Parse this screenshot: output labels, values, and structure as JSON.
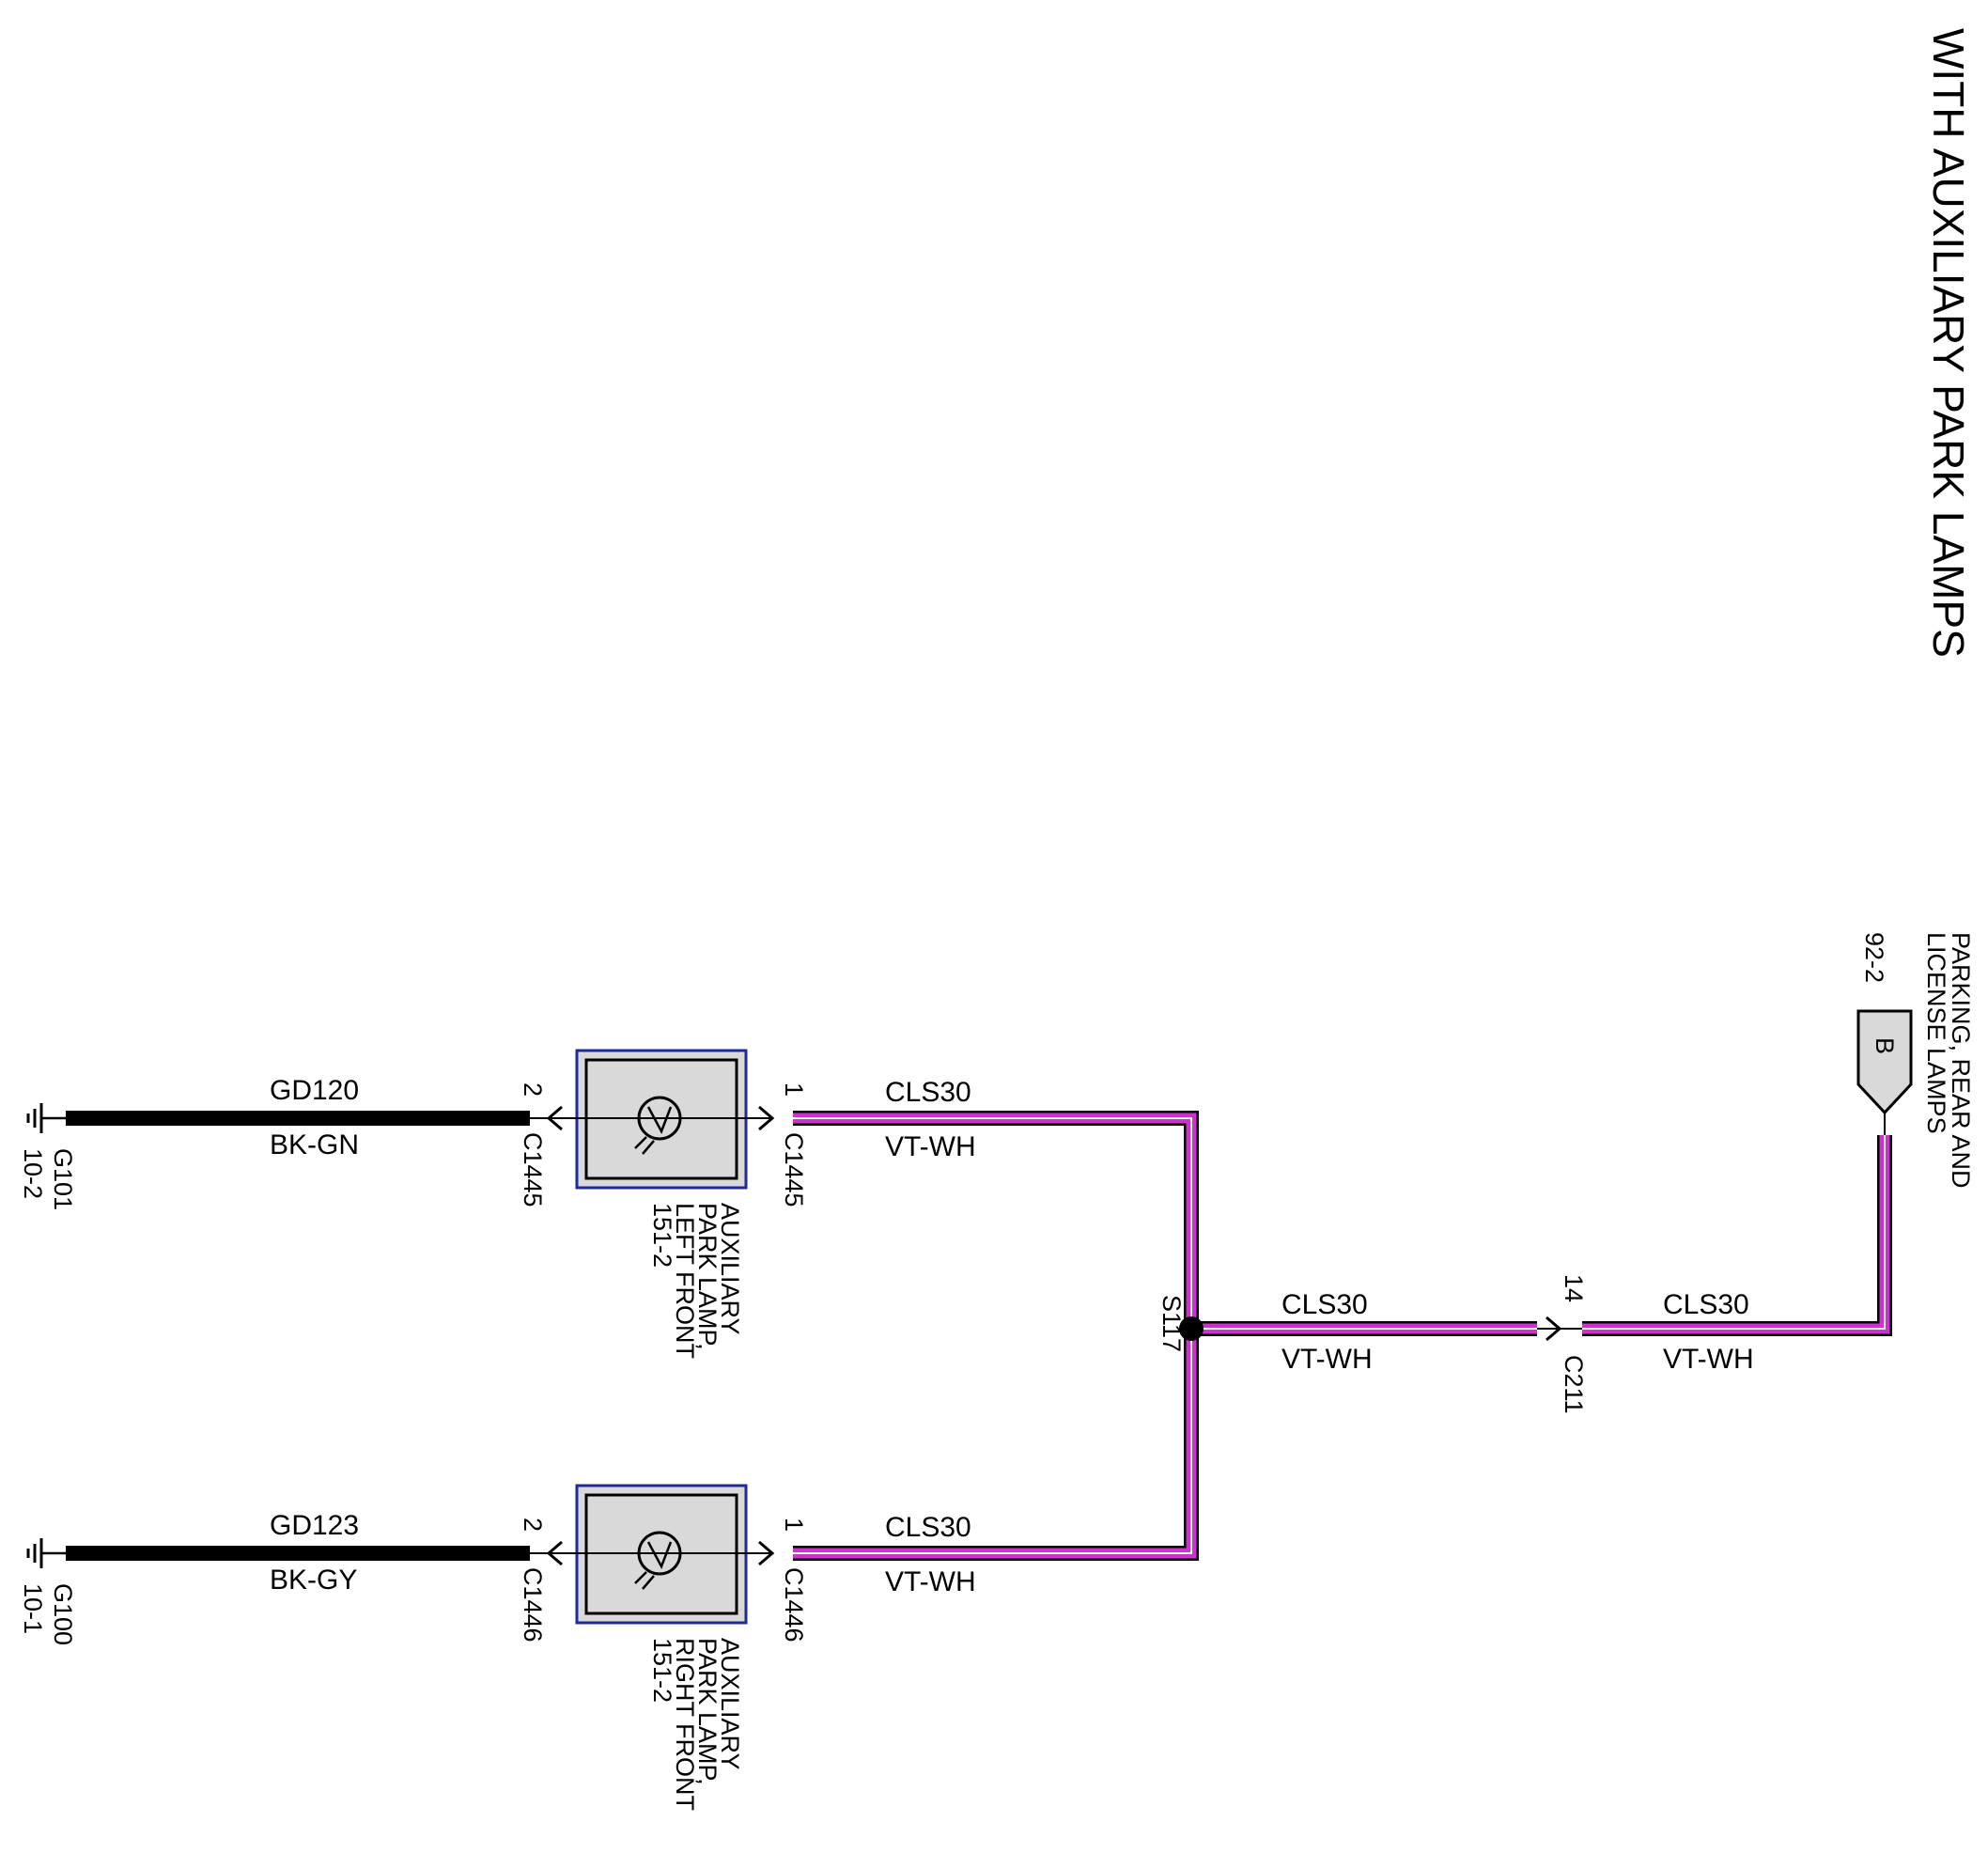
{
  "title": "WITH AUXILIARY PARK LAMPS",
  "colors": {
    "wire_vt_wh": "#cc33cc",
    "wire_ground": "#000000",
    "lamp_border": "#1f2a99",
    "lamp_fill": "#d9d9d9"
  },
  "circuit_top": {
    "ground": {
      "name": "G101",
      "ref": "10-2"
    },
    "wire_circuit": "GD120",
    "wire_color": "BK-GN",
    "lamp_pin_ground": "2",
    "lamp_pin_feed": "1",
    "lamp_connector_ground": "C1445",
    "lamp_connector_feed": "C1445",
    "lamp_label": [
      "AUXILIARY",
      "PARK LAMP,",
      "LEFT FRONT",
      "151-2"
    ],
    "feed_circuit": "CLS30",
    "feed_color": "VT-WH"
  },
  "circuit_bottom": {
    "ground": {
      "name": "G100",
      "ref": "10-1"
    },
    "wire_circuit": "GD123",
    "wire_color": "BK-GY",
    "lamp_pin_ground": "2",
    "lamp_pin_feed": "1",
    "lamp_connector_ground": "C1446",
    "lamp_connector_feed": "C1446",
    "lamp_label": [
      "AUXILIARY",
      "PARK LAMP,",
      "RIGHT FRONT",
      "151-2"
    ],
    "feed_circuit": "CLS30",
    "feed_color": "VT-WH"
  },
  "splice": {
    "name": "S117"
  },
  "trunk": {
    "left_circuit": "CLS30",
    "left_color": "VT-WH",
    "connector": "C211",
    "connector_pin": "14",
    "right_circuit": "CLS30",
    "right_color": "VT-WH"
  },
  "source": {
    "tag": "B",
    "ref": "92-2",
    "label": [
      "PARKING, REAR AND",
      "LICENSE LAMPS"
    ]
  }
}
